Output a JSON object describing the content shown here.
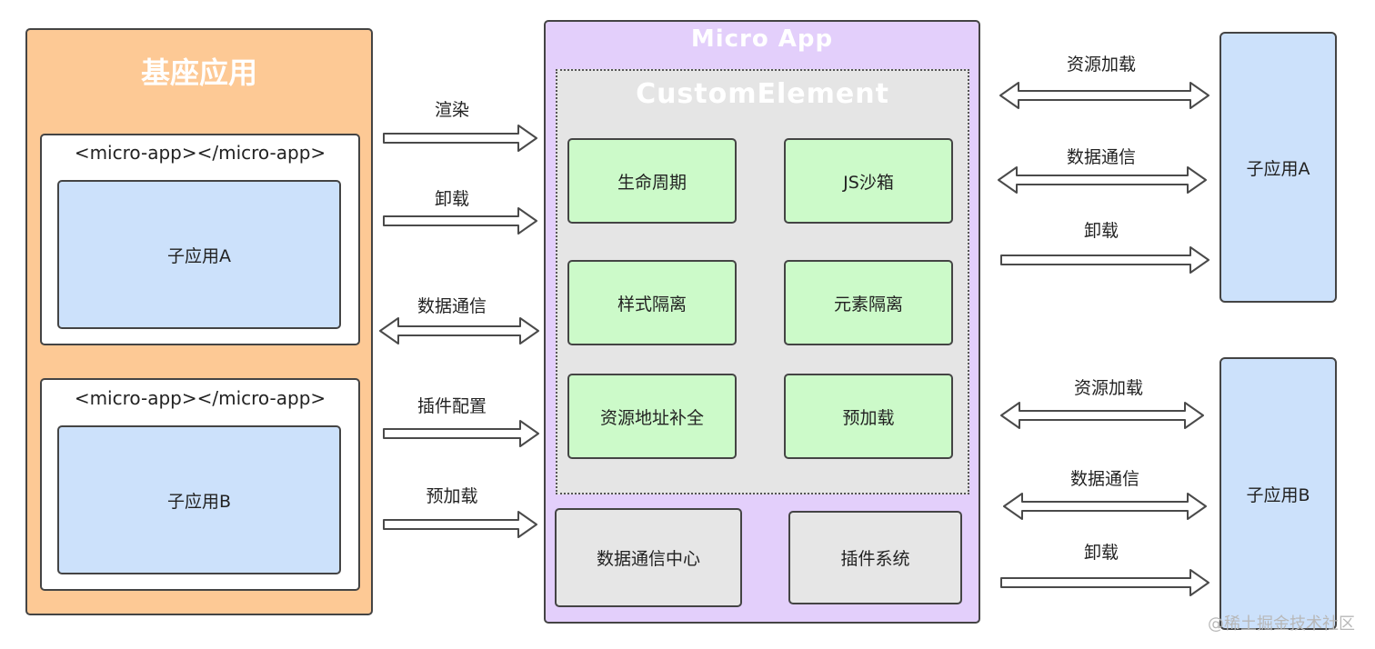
{
  "base": {
    "title": "基座应用",
    "hosts": [
      {
        "tag": "<micro-app></micro-app>",
        "sub_app": "子应用A"
      },
      {
        "tag": "<micro-app></micro-app>",
        "sub_app": "子应用B"
      }
    ]
  },
  "left_arrows": [
    {
      "label": "渲染",
      "direction": "right"
    },
    {
      "label": "卸载",
      "direction": "right"
    },
    {
      "label": "数据通信",
      "direction": "both"
    },
    {
      "label": "插件配置",
      "direction": "right"
    },
    {
      "label": "预加载",
      "direction": "right"
    }
  ],
  "micro_app": {
    "title": "Micro App",
    "custom_element": {
      "title": "CustomElement",
      "features": [
        "生命周期",
        "JS沙箱",
        "样式隔离",
        "元素隔离",
        "资源地址补全",
        "预加载"
      ]
    },
    "core_modules": [
      "数据通信中心",
      "插件系统"
    ]
  },
  "right_groups": [
    {
      "sub_app": "子应用A",
      "arrows": [
        {
          "label": "资源加载",
          "direction": "both"
        },
        {
          "label": "数据通信",
          "direction": "both"
        },
        {
          "label": "卸载",
          "direction": "right"
        }
      ]
    },
    {
      "sub_app": "子应用B",
      "arrows": [
        {
          "label": "资源加载",
          "direction": "both"
        },
        {
          "label": "数据通信",
          "direction": "both"
        },
        {
          "label": "卸载",
          "direction": "right"
        }
      ]
    }
  ],
  "watermark": "@稀土掘金技术社区",
  "colors": {
    "base_bg": "#fdc995",
    "micro_bg": "#e3cffb",
    "custom_element_bg": "#e5e5e5",
    "feature_bg": "#ccfac9",
    "sub_app_bg": "#cce1fb",
    "border": "#444444"
  }
}
